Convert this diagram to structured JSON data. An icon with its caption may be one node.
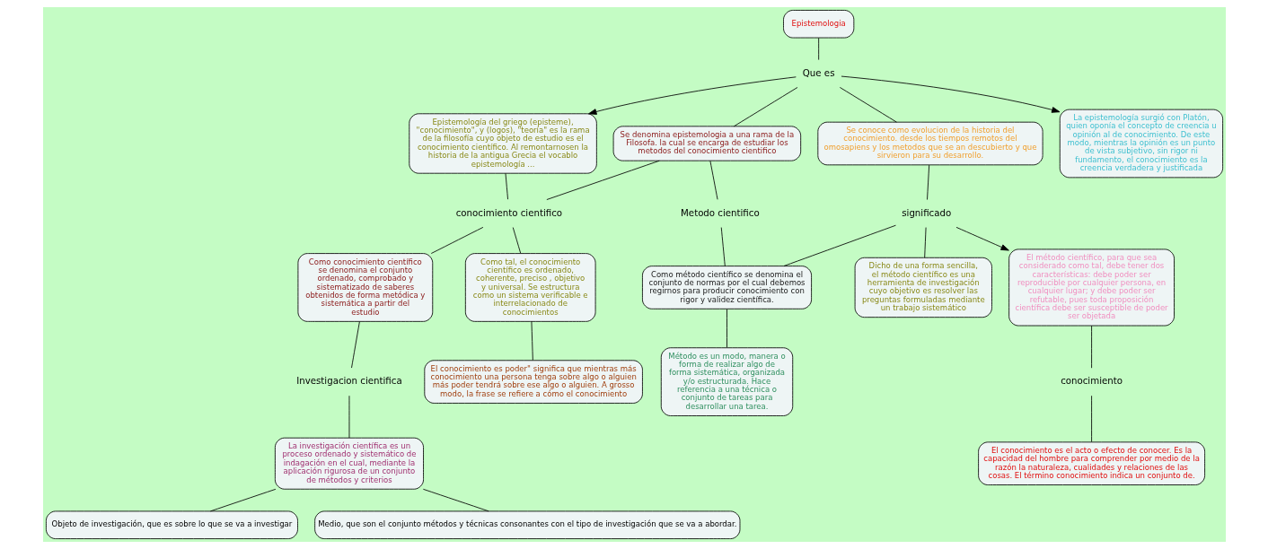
{
  "diagram": {
    "nodes": [
      {
        "text": [
          "Epistemologia"
        ]
      },
      {
        "text": [
          "Que es"
        ]
      },
      {
        "text": [
          "Epistemología del griego (episteme), \"conocimiento\", y (logos), \"teoría\" es la rama de la filosofía cuyo objeto de estudio es el conocimiento científico. Al remontarnosen la historia de la antigua Grecia el vocablo epistemología ..."
        ]
      },
      {
        "text": [
          "Se denomina epistemologia a una rama de la Filosofa. la cual se encarga de estudiar los metodos del conocimiento cientifico"
        ]
      },
      {
        "text": [
          "Se conoce como evolucion de la historia del conocimiento. desde los tiempos remotos del omosapiens y los metodos que se an descubierto y que sirvieron para su desarrollo."
        ]
      },
      {
        "text": [
          "La epistemología surgió con Platón, quien oponía el concepto de creencia u opinión al de conocimiento. De este modo, mientras la opinión es un punto de vista subjetivo, sin rigor ni fundamento, el conocimiento es la creencia verdadera y justificada"
        ]
      },
      {
        "text": [
          "conocimiento cientifico"
        ]
      },
      {
        "text": [
          "Metodo cientifico"
        ]
      },
      {
        "text": [
          "significado"
        ]
      },
      {
        "text": [
          "Como conocimiento científico se denomina el conjunto ordenado, comprobado y sistematizado de saberes obtenidos de forma metódica y sistemática a partir del estudio"
        ]
      },
      {
        "text": [
          "Como tal, el conocimiento científico es ordenado, coherente, preciso , objetivo y universal. Se estructura como un sistema verificable e interrelacionado de conocimientos"
        ]
      },
      {
        "text": [
          "Como método científico se denomina el conjunto de normas por el cual debemos regirnos para producir conocimiento con rigor y validez científica."
        ]
      },
      {
        "text": [
          "Dicho de una forma sencilla, el método científico es una herramienta de investigación cuyo objetivo es resolver las preguntas formuladas mediante un trabajo sistemático"
        ]
      },
      {
        "text": [
          "El método científico, para que sea considerado como tal, debe tener dos características: debe poder ser reproducible por cualquier persona, en cualquier lugar; y debe poder ser refutable, pues toda proposición científica debe ser susceptible de poder ser objetada"
        ]
      },
      {
        "text": [
          "Investigacion cientifica"
        ]
      },
      {
        "text": [
          "La investigación científica es un proceso ordenado y sistemático de indagación en el cual, mediante la aplicación rigurosa de un conjunto de métodos y criterios"
        ]
      },
      {
        "text": [
          "El conocimiento es poder\" significa que mientras más conocimiento una persona tenga sobre algo o alguien más poder tendrá sobre ese algo o alguien. A grosso modo, la frase se refiere a cómo el conocimiento"
        ]
      },
      {
        "text": [
          "Método es un modo, manera o forma de realizar algo de forma sistemática, organizada y/o estructurada. Hace referencia a una técnica o conjunto de tareas para desarrollar una tarea."
        ]
      },
      {
        "text": [
          "conocimiento"
        ]
      },
      {
        "text": [
          "El conocimiento es el acto o efecto de conocer. Es la capacidad del hombre para comprender por medio de la razón la naturaleza, cualidades y relaciones de las cosas. El término conocimiento indica un conjunto de."
        ]
      },
      {
        "text": [
          "Objeto de investigación, que es sobre lo que se va a investigar"
        ]
      },
      {
        "text": [
          "Medio, que son el conjunto métodos y técnicas consonantes con el tipo de investigación que se va a abordar."
        ]
      }
    ],
    "edges": [
      {
        "from": 0,
        "to": 1,
        "arrow": "none"
      },
      {
        "from": 1,
        "to": 2,
        "arrow": "to"
      },
      {
        "from": 1,
        "to": 3,
        "arrow": "none"
      },
      {
        "from": 1,
        "to": 4,
        "arrow": "none"
      },
      {
        "from": 1,
        "to": 5,
        "arrow": "to"
      },
      {
        "from": 2,
        "to": 6,
        "arrow": "none"
      },
      {
        "from": 3,
        "to": 6,
        "arrow": "none"
      },
      {
        "from": 3,
        "to": 7,
        "arrow": "none"
      },
      {
        "from": 4,
        "to": 8,
        "arrow": "none"
      },
      {
        "from": 6,
        "to": 9,
        "arrow": "none"
      },
      {
        "from": 6,
        "to": 10,
        "arrow": "none"
      },
      {
        "from": 7,
        "to": 11,
        "arrow": "none"
      },
      {
        "from": 8,
        "to": 11,
        "arrow": "none"
      },
      {
        "from": 8,
        "to": 12,
        "arrow": "none"
      },
      {
        "from": 8,
        "to": 13,
        "arrow": "to"
      },
      {
        "from": 9,
        "to": 14,
        "arrow": "none"
      },
      {
        "from": 14,
        "to": 15,
        "arrow": "none"
      },
      {
        "from": 10,
        "to": 16,
        "arrow": "none"
      },
      {
        "from": 11,
        "to": 17,
        "arrow": "none"
      },
      {
        "from": 13,
        "to": 18,
        "arrow": "none"
      },
      {
        "from": 18,
        "to": 19,
        "arrow": "none"
      },
      {
        "from": 15,
        "to": 20,
        "arrow": "none"
      },
      {
        "from": 15,
        "to": 21,
        "arrow": "none"
      }
    ]
  }
}
